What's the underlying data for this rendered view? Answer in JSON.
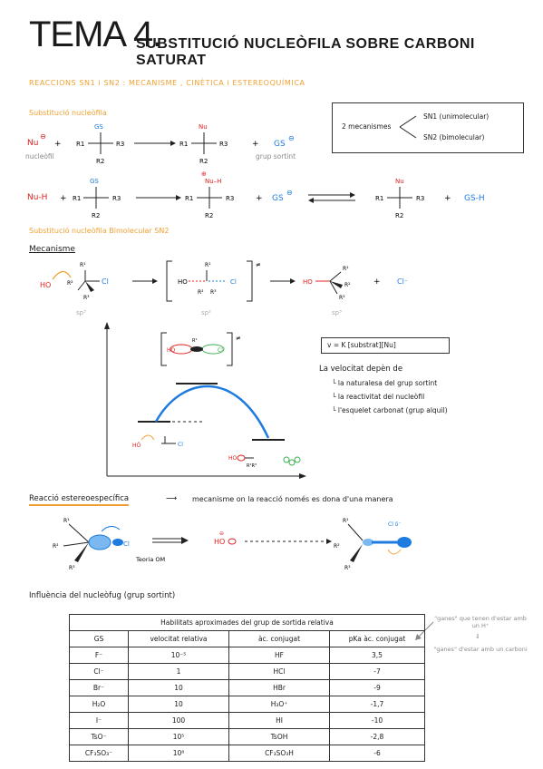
{
  "header": {
    "tema": "TEMA 4.",
    "subtitle": "SUBSTITUCIÓ NUCLEÒFILA SOBRE CARBONI SATURAT",
    "reaccions": "REACCIONS SN1 i SN2 : MECANISME , CINÈTICA i ESTEREOQUÍMICA"
  },
  "section1": {
    "heading": "Substitució nucleòfila",
    "nu": "Nu",
    "nu_label": "nucleòfil",
    "gs_label": "grup sortint",
    "nuh": "Nu-H",
    "gsh": "GS-H",
    "gs": "GS",
    "r1": "R1",
    "r2": "R2",
    "r3": "R3",
    "mechanisms_label": "2 mecanismes",
    "sn1": "SN1 (unimolecular)",
    "sn2": "SN2 (bimolecular)"
  },
  "section2": {
    "heading": "Substitució nucleòfila Bimolecular SN2",
    "mecanisme": "Mecanisme",
    "ho": "HO",
    "cl": "Cl",
    "sp3": "sp³",
    "sp2": "sp²",
    "rate_law": "v = K [substrat][Nu]",
    "velocity_intro": "La velocitat depèn de",
    "factors": [
      "la naturalesa del grup sortint",
      "la reactivitat del nucleòfil",
      "l'esquelet carbonat (grup alquil)"
    ]
  },
  "section3": {
    "heading": "Reacció estereoespecífica",
    "description": "mecanisme on la reacció només es dona d'una manera",
    "teoria_om": "Teoria OM"
  },
  "section4": {
    "heading": "Influència del nucleòfug (grup sortint)",
    "side_note_1": "\"ganes\" que tenen d'estar amb un H⁺",
    "side_note_2": "\"ganes\" d'estar amb un carboni",
    "table_title": "Habilitats aproximades del grup de sortida relativa",
    "columns": [
      "GS",
      "velocitat relativa",
      "àc. conjugat",
      "pKa àc. conjugat"
    ],
    "rows": [
      [
        "F⁻",
        "10⁻⁵",
        "HF",
        "3,5"
      ],
      [
        "Cl⁻",
        "1",
        "HCl",
        "-7"
      ],
      [
        "Br⁻",
        "10",
        "HBr",
        "-9"
      ],
      [
        "H₂O",
        "10",
        "H₃O⁺",
        "-1,7"
      ],
      [
        "I⁻",
        "100",
        "HI",
        "-10"
      ],
      [
        "TsO⁻",
        "10⁵",
        "TsOH",
        "-2,8"
      ],
      [
        "CF₃SO₃⁻",
        "10⁸",
        "CF₃SO₃H",
        "-6"
      ]
    ]
  }
}
